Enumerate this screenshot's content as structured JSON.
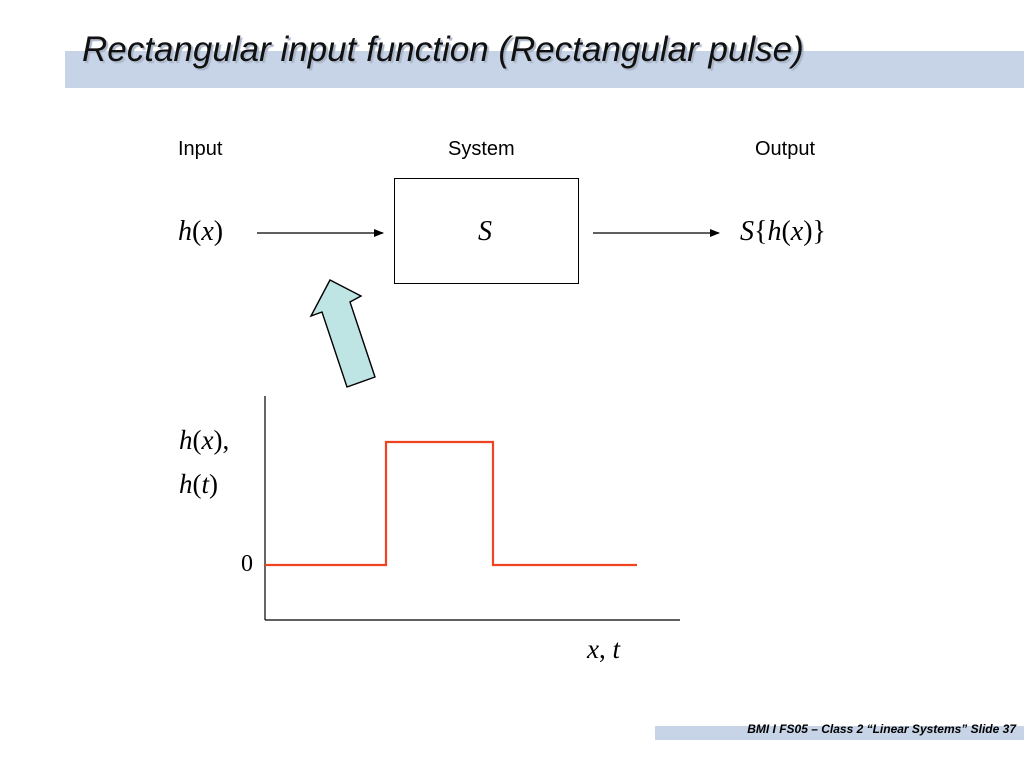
{
  "slide": {
    "title": "Rectangular input function (Rectangular pulse)",
    "footer": "BMI I FS05 – Class 2 “Linear Systems” Slide 37"
  },
  "diagram": {
    "input_heading": "Input",
    "system_heading": "System",
    "output_heading": "Output",
    "input_expr": {
      "f": "h",
      "open": "(",
      "var": "x",
      "close": ")"
    },
    "system_symbol": "S",
    "output_expr": {
      "s": "S",
      "b1": "{",
      "f": "h",
      "open": "(",
      "var": "x",
      "close": ")",
      "b2": "}"
    }
  },
  "graph": {
    "ylabel_line1": {
      "f": "h",
      "open": "(",
      "var": "x",
      "close": "),",
      "tail": ""
    },
    "ylabel_line2": {
      "f": "h",
      "open": "(",
      "var": "t",
      "close": ")"
    },
    "zero_label": "0",
    "xlabel": {
      "a": "x",
      "sep": ", ",
      "b": "t"
    },
    "pulse_color": "#ee4422",
    "arrow_fill": "#bfe4e4"
  }
}
